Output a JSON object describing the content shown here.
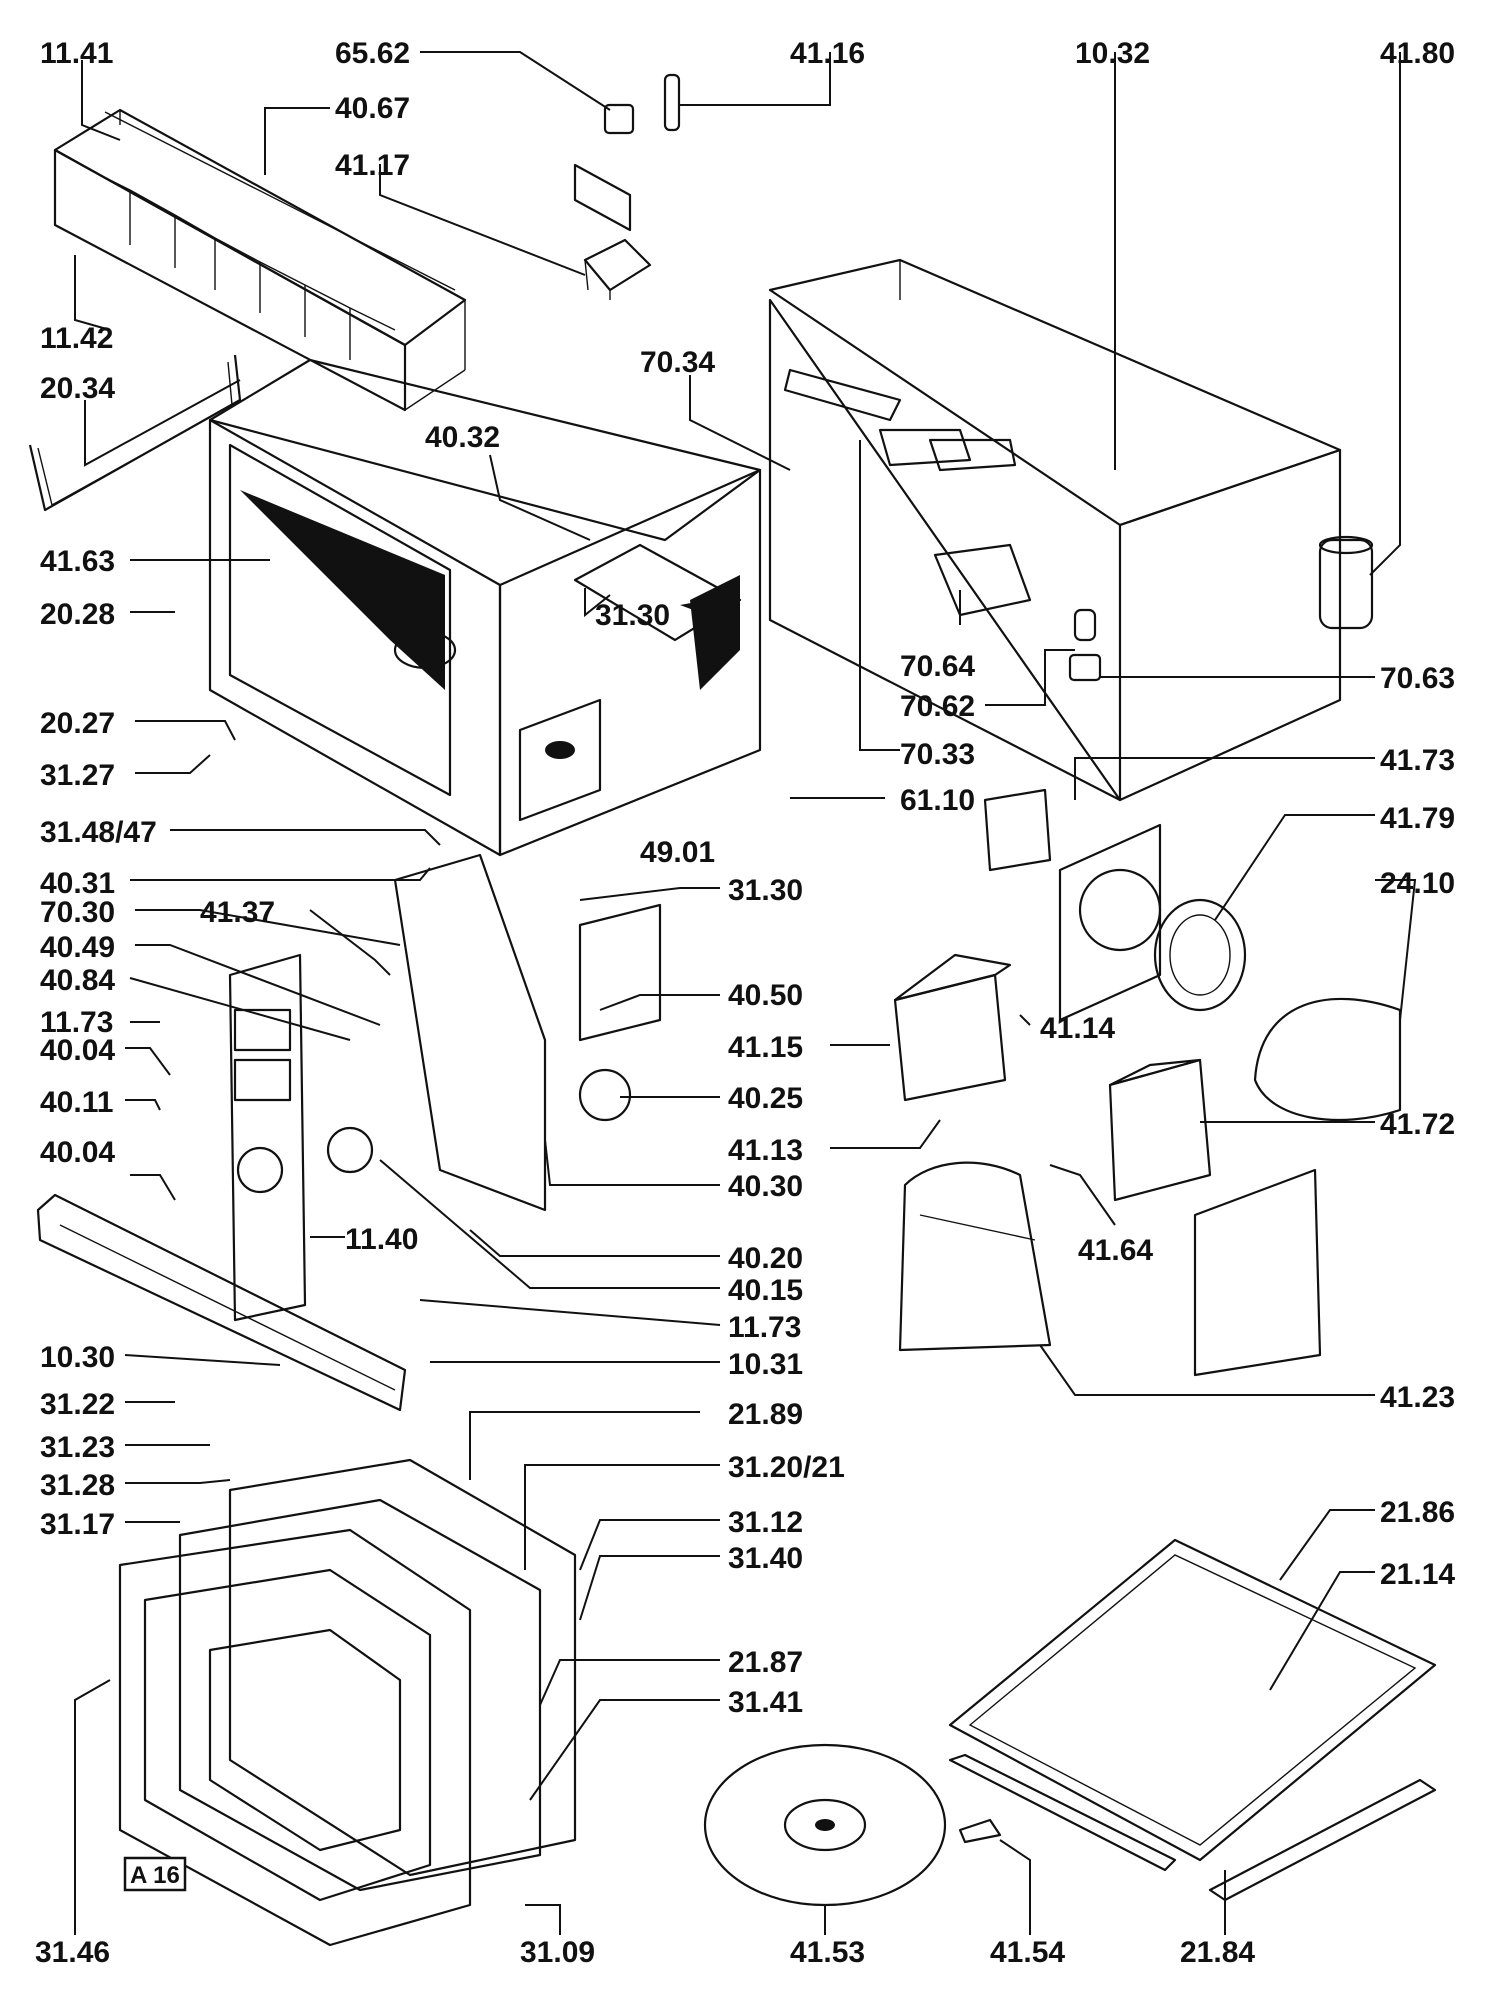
{
  "diagram": {
    "badge": "A 16",
    "labels": [
      "11.41",
      "65.62",
      "41.16",
      "10.32",
      "41.80",
      "40.67",
      "41.17",
      "11.42",
      "20.34",
      "70.34",
      "40.32",
      "41.63",
      "20.28",
      "31.30",
      "70.64",
      "70.63",
      "70.62",
      "20.27",
      "31.27",
      "70.33",
      "41.73",
      "31.48/47",
      "61.10",
      "41.79",
      "49.01",
      "40.31",
      "31.30",
      "24.10",
      "70.30",
      "41.37",
      "40.49",
      "40.50",
      "40.84",
      "41.14",
      "11.73",
      "41.15",
      "40.04",
      "40.25",
      "40.11",
      "41.13",
      "41.72",
      "40.04",
      "40.30",
      "41.64",
      "40.20",
      "40.15",
      "11.40",
      "11.73",
      "10.30",
      "10.31",
      "41.23",
      "31.22",
      "21.89",
      "31.23",
      "31.20/21",
      "31.28",
      "31.12",
      "31.17",
      "31.40",
      "21.86",
      "21.14",
      "21.87",
      "31.41",
      "31.46",
      "31.09",
      "41.53",
      "41.54",
      "21.84"
    ]
  }
}
